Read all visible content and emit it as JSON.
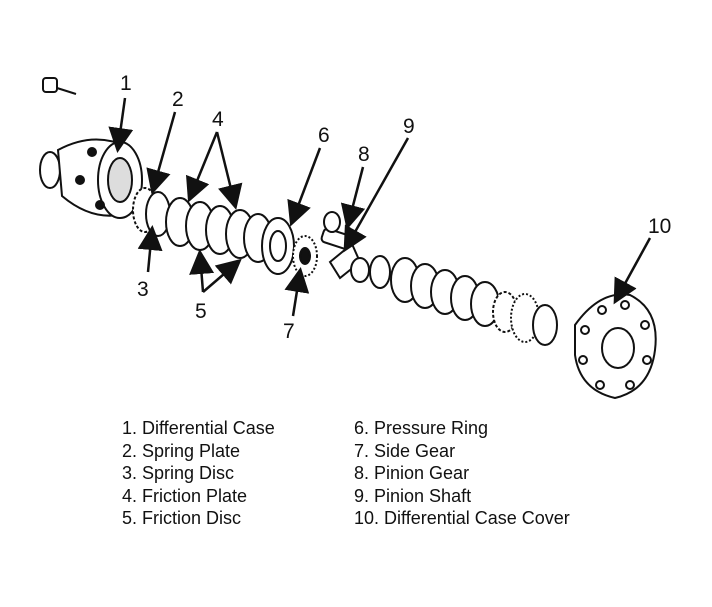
{
  "callouts": [
    "1",
    "2",
    "4",
    "6",
    "8",
    "9",
    "10",
    "3",
    "5",
    "7"
  ],
  "legend": {
    "left": [
      "1. Differential Case",
      "2. Spring Plate",
      "3. Spring Disc",
      "4. Friction Plate",
      "5. Friction Disc"
    ],
    "right": [
      "6. Pressure Ring",
      "7. Side Gear",
      "8. Pinion Gear",
      "9. Pinion Shaft",
      "10. Differential Case Cover"
    ]
  }
}
